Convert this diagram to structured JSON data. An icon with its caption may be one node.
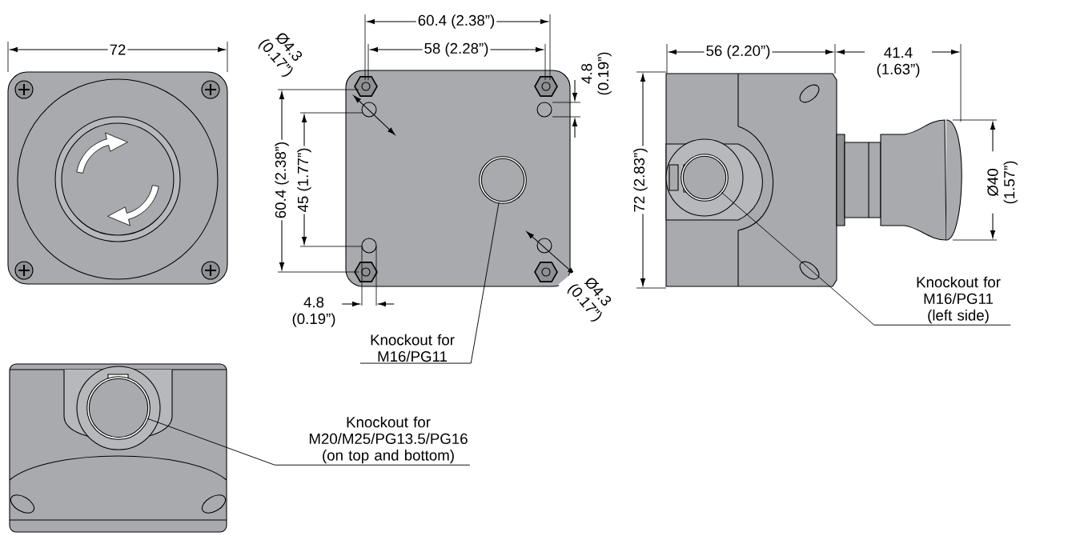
{
  "diagram": {
    "nodes": [
      {
        "text": [
          "Knockout for M16/PG11"
        ]
      },
      {
        "text": [],
        "shape": "circle"
      },
      {
        "text": [
          "Knockout for M16/PG11 (left side)"
        ]
      },
      {
        "text": [],
        "shape": "circle"
      },
      {
        "text": [
          "Knockout for M20/M25/PG13.5/PG16 (on top and bottom)"
        ]
      },
      {
        "text": [],
        "shape": "circle"
      }
    ],
    "edges": [
      {
        "from": 0,
        "to": 1,
        "arrow": "none"
      },
      {
        "from": 2,
        "to": 3,
        "arrow": "none"
      },
      {
        "from": 4,
        "to": 5,
        "arrow": "none"
      }
    ],
    "labels": [
      "72",
      "60.4 (2.38”)",
      "Ø4.3 (0.17”)",
      "58 (2.28”)",
      "56 (2.20”)",
      "41.4 (1.63”)",
      "4.8 (0.19”)",
      "72 (2.83”)",
      "60.4 (2.38”)",
      "45 (1.77”)",
      "Ø40 (1.57”)",
      "4.8 (0.19”)",
      "Ø4.3 (0.17”)"
    ]
  }
}
